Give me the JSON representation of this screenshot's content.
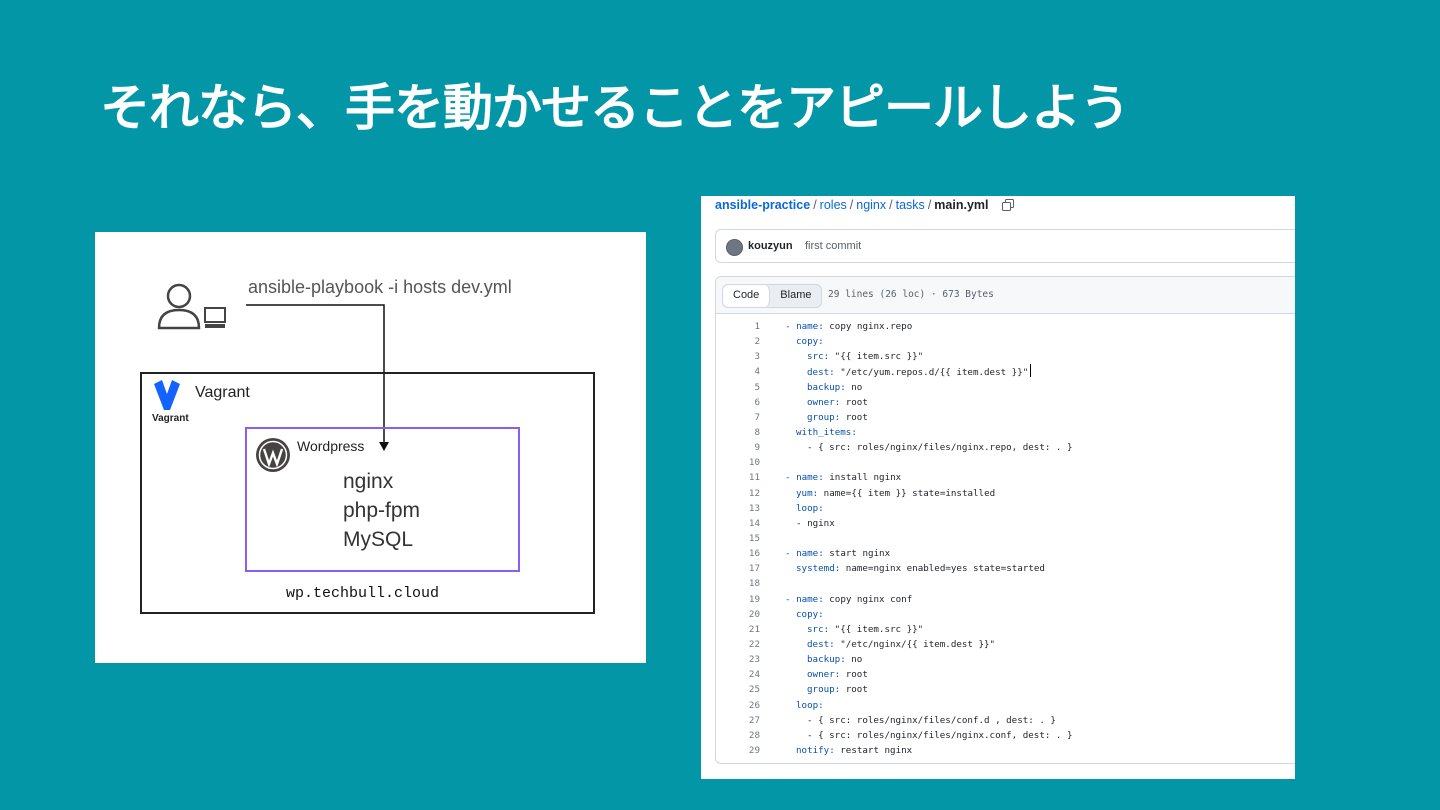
{
  "slide": {
    "title": "それなら、手を動かせることをアピールしよう"
  },
  "diagram": {
    "command": "ansible-playbook -i hosts dev.yml",
    "vagrant_label": "Vagrant",
    "vagrant_logo_text": "Vagrant",
    "wordpress_label": "Wordpress",
    "services": [
      "nginx",
      "php-fpm",
      "MySQL"
    ],
    "host": "wp.techbull.cloud"
  },
  "github": {
    "breadcrumb": [
      "ansible-practice",
      "roles",
      "nginx",
      "tasks",
      "main.yml"
    ],
    "breadcrumb_sep": "/",
    "commit_author": "kouzyun",
    "commit_message": "first commit",
    "tab_code": "Code",
    "tab_blame": "Blame",
    "file_meta": "29 lines (26 loc) · 673 Bytes",
    "code_lines": [
      {
        "n": "1",
        "k": "- name:",
        "v": " copy nginx.repo",
        "i": 0
      },
      {
        "n": "2",
        "k": "copy:",
        "v": "",
        "i": 1
      },
      {
        "n": "3",
        "k": "src:",
        "v": " \"{{ item.src }}\"",
        "i": 2
      },
      {
        "n": "4",
        "k": "dest:",
        "v": " \"/etc/yum.repos.d/{{ item.dest }}\"",
        "i": 2
      },
      {
        "n": "5",
        "k": "backup:",
        "v": " no",
        "i": 2
      },
      {
        "n": "6",
        "k": "owner:",
        "v": " root",
        "i": 2
      },
      {
        "n": "7",
        "k": "group:",
        "v": " root",
        "i": 2
      },
      {
        "n": "8",
        "k": "with_items:",
        "v": "",
        "i": 1
      },
      {
        "n": "9",
        "k": "",
        "v": "- { src: roles/nginx/files/nginx.repo, dest: . }",
        "i": 2
      },
      {
        "n": "10",
        "k": "",
        "v": "",
        "i": 0
      },
      {
        "n": "11",
        "k": "- name:",
        "v": " install nginx",
        "i": 0
      },
      {
        "n": "12",
        "k": "yum:",
        "v": " name={{ item }} state=installed",
        "i": 1
      },
      {
        "n": "13",
        "k": "loop:",
        "v": "",
        "i": 1
      },
      {
        "n": "14",
        "k": "",
        "v": "- nginx",
        "i": 1
      },
      {
        "n": "15",
        "k": "",
        "v": "",
        "i": 0
      },
      {
        "n": "16",
        "k": "- name:",
        "v": " start nginx",
        "i": 0
      },
      {
        "n": "17",
        "k": "systemd:",
        "v": " name=nginx enabled=yes state=started",
        "i": 1
      },
      {
        "n": "18",
        "k": "",
        "v": "",
        "i": 0
      },
      {
        "n": "19",
        "k": "- name:",
        "v": " copy nginx conf",
        "i": 0
      },
      {
        "n": "20",
        "k": "copy:",
        "v": "",
        "i": 1
      },
      {
        "n": "21",
        "k": "src:",
        "v": " \"{{ item.src }}\"",
        "i": 2
      },
      {
        "n": "22",
        "k": "dest:",
        "v": " \"/etc/nginx/{{ item.dest }}\"",
        "i": 2
      },
      {
        "n": "23",
        "k": "backup:",
        "v": " no",
        "i": 2
      },
      {
        "n": "24",
        "k": "owner:",
        "v": " root",
        "i": 2
      },
      {
        "n": "25",
        "k": "group:",
        "v": " root",
        "i": 2
      },
      {
        "n": "26",
        "k": "loop:",
        "v": "",
        "i": 1
      },
      {
        "n": "27",
        "k": "",
        "v": "- { src: roles/nginx/files/conf.d , dest: . }",
        "i": 2
      },
      {
        "n": "28",
        "k": "",
        "v": "- { src: roles/nginx/files/nginx.conf, dest: . }",
        "i": 2
      },
      {
        "n": "29",
        "k": "notify:",
        "v": " restart nginx",
        "i": 1
      }
    ]
  },
  "colors": {
    "background": "#0396a6",
    "wordpress_border": "#8b5cf6",
    "link": "#0969da"
  }
}
